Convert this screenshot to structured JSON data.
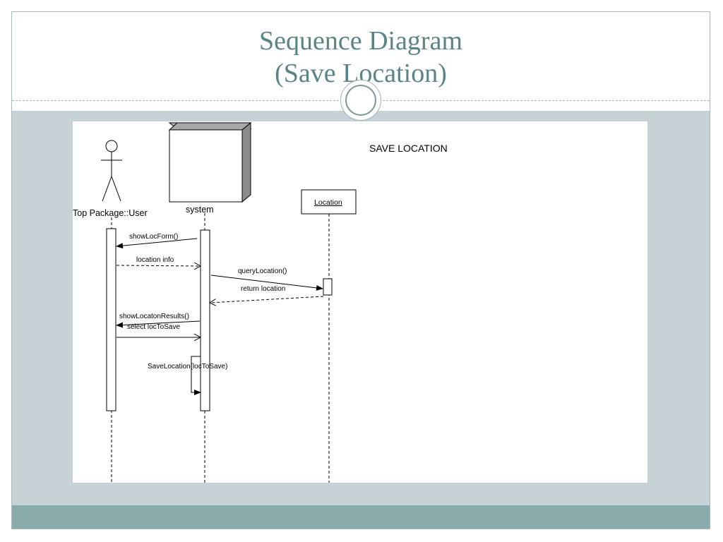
{
  "slide": {
    "title_line1": "Sequence Diagram",
    "title_line2": "(Save Location)",
    "accent_color": "#5b8486",
    "content_bg": "#c7d2d6",
    "footer_bg": "#8aabab"
  },
  "diagram": {
    "heading": "SAVE LOCATION",
    "lifelines": {
      "actor": "Top Package::User",
      "system": "system",
      "location": "Location"
    },
    "messages": {
      "m1": "showLocForm()",
      "m2": "location info",
      "m3": "queryLocation()",
      "m4": "return location",
      "m5": "showLocatonResults()",
      "m6": "select locToSave",
      "m7": "SaveLocation(locToSave)"
    }
  }
}
